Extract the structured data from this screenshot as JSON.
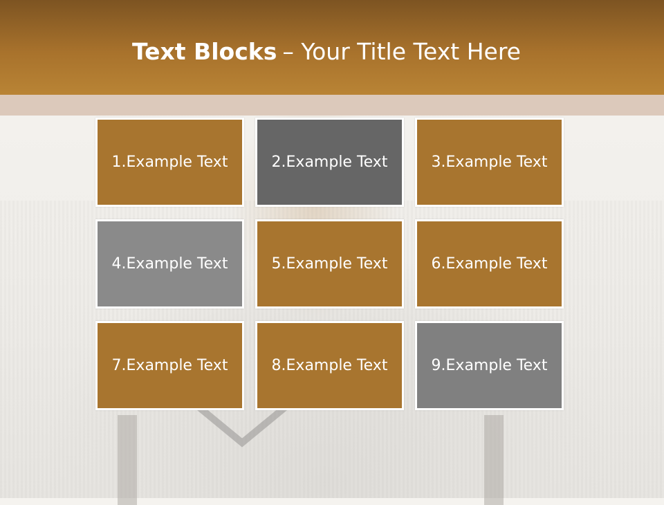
{
  "slide": {
    "title_bold": "Text Blocks",
    "title_rest": "– Your Title Text Here"
  },
  "blocks": [
    {
      "label": "1.Example Text",
      "color": "#a8752f"
    },
    {
      "label": "2.Example Text",
      "color": "#666666"
    },
    {
      "label": "3.Example Text",
      "color": "#a8752f"
    },
    {
      "label": "4.Example Text",
      "color": "#8a8a8a"
    },
    {
      "label": "5.Example Text",
      "color": "#a8752f"
    },
    {
      "label": "6.Example Text",
      "color": "#a8752f"
    },
    {
      "label": "7.Example Text",
      "color": "#a8752f"
    },
    {
      "label": "8.Example Text",
      "color": "#a8752f"
    },
    {
      "label": "9.Example Text",
      "color": "#808080"
    }
  ],
  "colors": {
    "header_top": "#7d5422",
    "header_bottom": "#b98435",
    "sub_band": "#dcc9bb"
  }
}
